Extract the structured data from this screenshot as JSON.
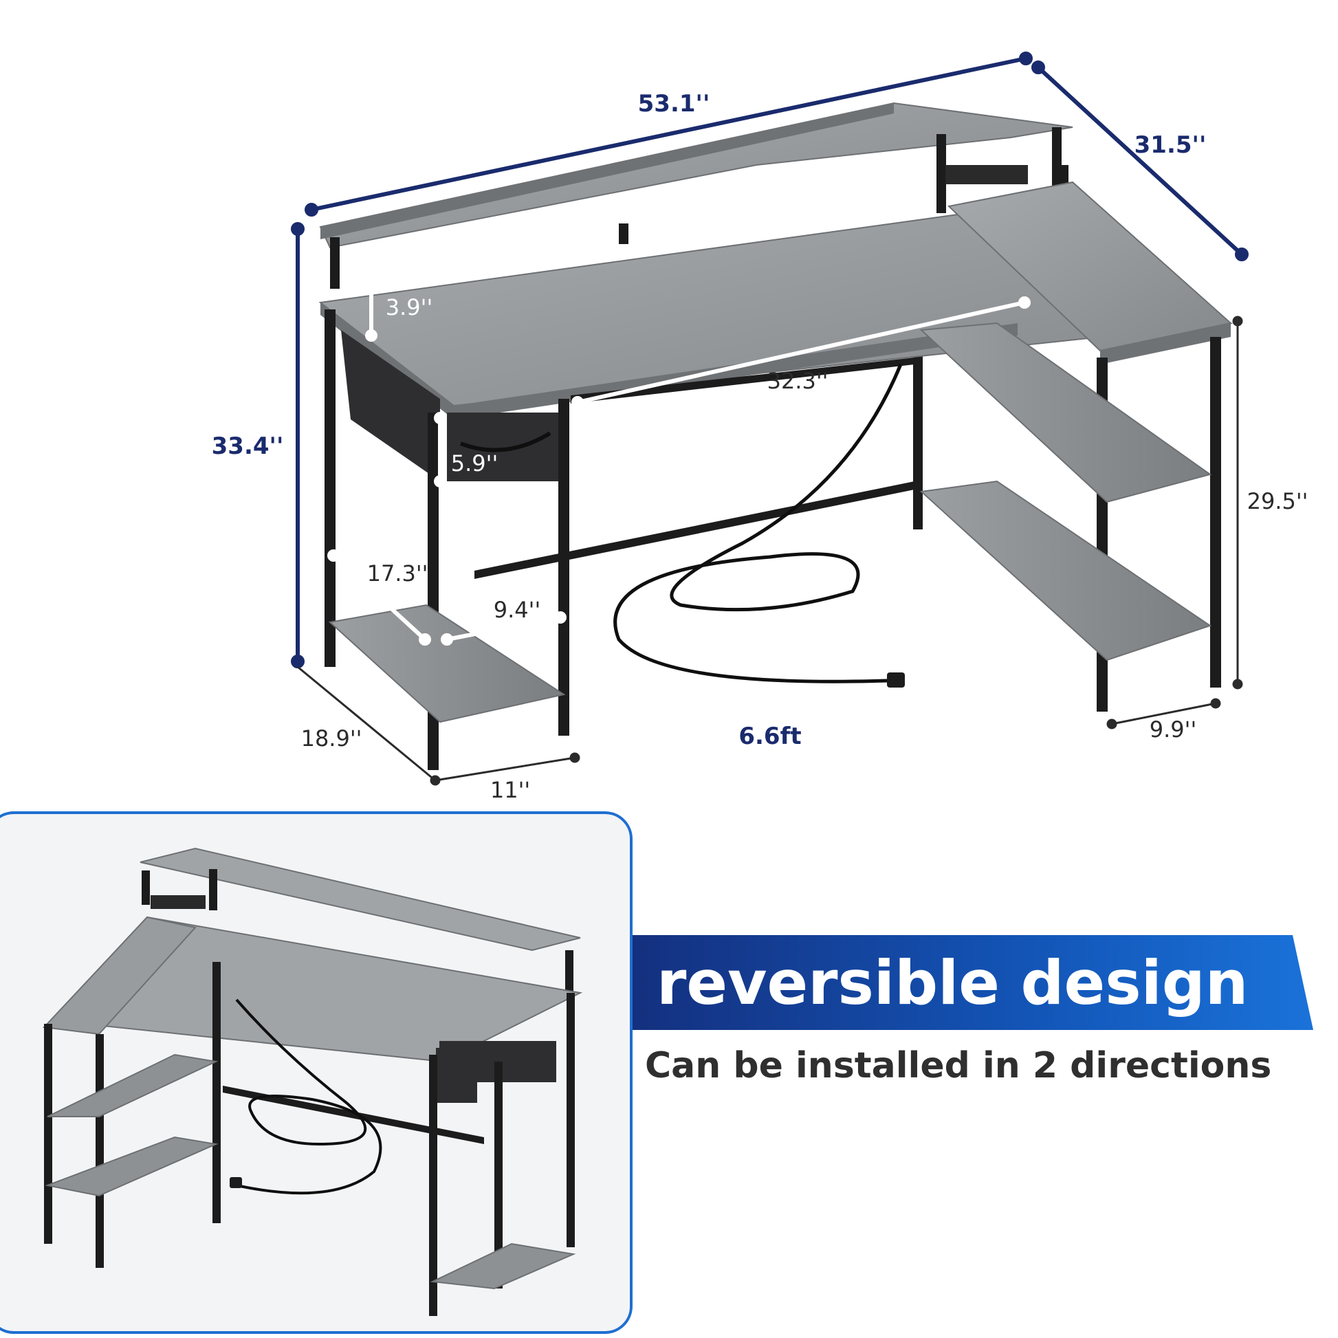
{
  "dimensions": {
    "overall_width": "53.1''",
    "overall_depth": "31.5''",
    "overall_height": "33.4''",
    "monitor_stand_height": "3.9''",
    "drawer_height": "5.9''",
    "knee_width": "32.3''",
    "side_shelf_height": "29.5''",
    "lower_shelf_diagonal": "17.3''",
    "lower_shelf_depth": "9.4''",
    "leg_depth": "18.9''",
    "leg_width": "11''",
    "side_shelf_width": "9.9''",
    "cord_length": "6.6ft"
  },
  "banner": {
    "title": "reversible design",
    "subtitle": "Can be installed in 2 directions"
  },
  "colors": {
    "navy": "#1a2b6d",
    "banner_blue": "#1356b8",
    "border_blue": "#1f6fd1",
    "wood": "#8e9194",
    "frame": "#1c1c1c"
  }
}
